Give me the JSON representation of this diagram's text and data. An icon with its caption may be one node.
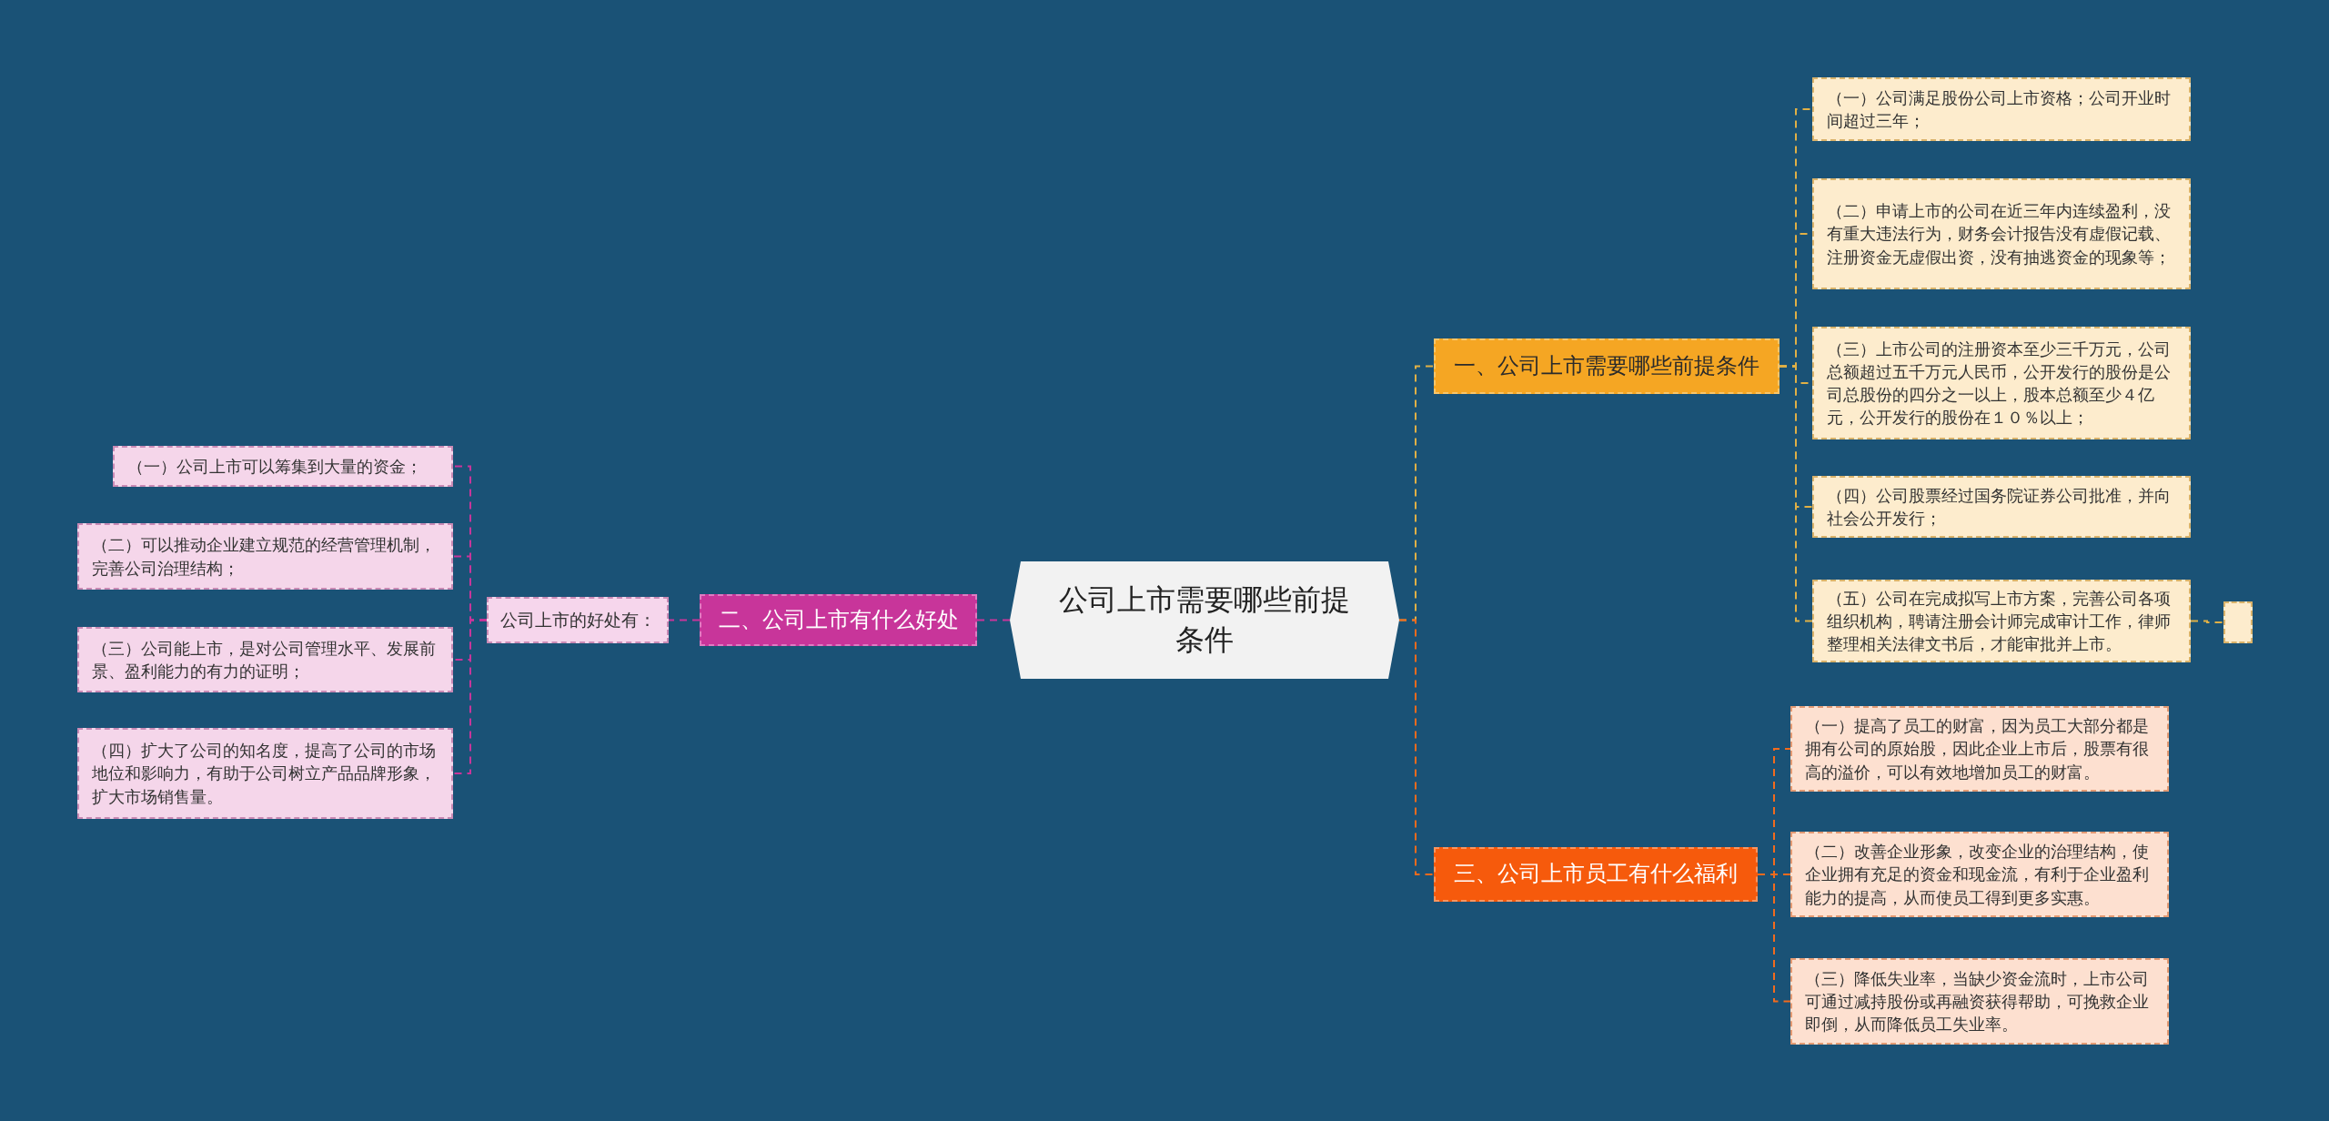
{
  "diagram": {
    "nodes": [
      {
        "text": [
          "公司上市需要哪些前提条件"
        ]
      },
      {
        "text": [
          "一、公司上市需要哪些前提条件"
        ]
      },
      {
        "text": [
          "（一）公司满足股份公司上市资格；公司开业时间超过三年；"
        ]
      },
      {
        "text": [
          "（二）申请上市的公司在近三年内连续盈利，没有重大违法行为，财务会计报告没有虚假记载、注册资金无虚假出资，没有抽逃资金的现象等；"
        ]
      },
      {
        "text": [
          "（三）上市公司的注册资本至少三千万元，公司总额超过五千万元人民币，公开发行的股份是公司总股份的四分之一以上，股本总额至少４亿元，公开发行的股份在１０％以上；"
        ]
      },
      {
        "text": [
          "（四）公司股票经过国务院证券公司批准，并向社会公开发行；"
        ]
      },
      {
        "text": [
          "（五）公司在完成拟写上市方案，完善公司各项组织机构，聘请注册会计师完成审计工作，律师整理相关法律文书后，才能审批并上市。"
        ]
      },
      {
        "text": [],
        "shape": "box"
      },
      {
        "text": [
          "二、公司上市有什么好处"
        ]
      },
      {
        "text": [
          "公司上市的好处有："
        ]
      },
      {
        "text": [
          "（一）公司上市可以筹集到大量的资金；"
        ]
      },
      {
        "text": [
          "（二）可以推动企业建立规范的经营管理机制，完善公司治理结构；"
        ]
      },
      {
        "text": [
          "（三）公司能上市，是对公司管理水平、发展前景、盈利能力的有力的证明；"
        ]
      },
      {
        "text": [
          "（四）扩大了公司的知名度，提高了公司的市场地位和影响力，有助于公司树立产品品牌形象，扩大市场销售量。"
        ]
      },
      {
        "text": [
          "三、公司上市员工有什么福利"
        ]
      },
      {
        "text": [
          "（一）提高了员工的财富，因为员工大部分都是拥有公司的原始股，因此企业上市后，股票有很高的溢价，可以有效地增加员工的财富。"
        ]
      },
      {
        "text": [
          "（二）改善企业形象，改变企业的治理结构，使企业拥有充足的资金和现金流，有利于企业盈利能力的提高，从而使员工得到更多实惠。"
        ]
      },
      {
        "text": [
          "（三）降低失业率，当缺少资金流时，上市公司可通过减持股份或再融资获得帮助，可挽救企业即倒，从而降低员工失业率。"
        ]
      }
    ],
    "edges": [
      {
        "from": 0,
        "to": 1,
        "arrow": "none",
        "style": "dashed"
      },
      {
        "from": 1,
        "to": 2,
        "arrow": "none",
        "style": "dashed"
      },
      {
        "from": 1,
        "to": 3,
        "arrow": "none",
        "style": "dashed"
      },
      {
        "from": 1,
        "to": 4,
        "arrow": "none",
        "style": "dashed"
      },
      {
        "from": 1,
        "to": 5,
        "arrow": "none",
        "style": "dashed"
      },
      {
        "from": 1,
        "to": 6,
        "arrow": "none",
        "style": "dashed"
      },
      {
        "from": 6,
        "to": 7,
        "arrow": "none",
        "style": "dashed"
      },
      {
        "from": 0,
        "to": 8,
        "arrow": "none",
        "style": "dashed",
        "color": "#c8359a"
      },
      {
        "from": 8,
        "to": 9,
        "arrow": "none",
        "style": "dashed",
        "color": "#c8359a"
      },
      {
        "from": 9,
        "to": 10,
        "arrow": "none",
        "style": "dashed",
        "color": "#c8359a"
      },
      {
        "from": 9,
        "to": 11,
        "arrow": "none",
        "style": "dashed",
        "color": "#c8359a"
      },
      {
        "from": 9,
        "to": 12,
        "arrow": "none",
        "style": "dashed",
        "color": "#c8359a"
      },
      {
        "from": 9,
        "to": 13,
        "arrow": "none",
        "style": "dashed",
        "color": "#c8359a"
      },
      {
        "from": 0,
        "to": 14,
        "arrow": "none",
        "style": "dashed",
        "color": "#f26b1d"
      },
      {
        "from": 14,
        "to": 15,
        "arrow": "none",
        "style": "dashed",
        "color": "#f26b1d"
      },
      {
        "from": 14,
        "to": 16,
        "arrow": "none",
        "style": "dashed",
        "color": "#f26b1d"
      },
      {
        "from": 14,
        "to": 17,
        "arrow": "none",
        "style": "dashed",
        "color": "#f26b1d"
      }
    ]
  }
}
